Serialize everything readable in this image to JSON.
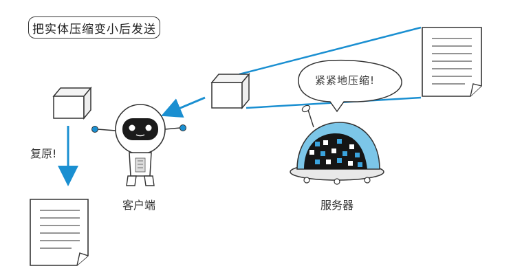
{
  "title": "把实体压缩变小后发送",
  "speech_bubble": "紧紧地压缩!",
  "restore_label": "复原!",
  "client_label": "客户端",
  "server_label": "服务器",
  "colors": {
    "arrow_blue": "#1a8fd1",
    "line_dark": "#333333",
    "robot_face": "#1b1b1b",
    "eye_white": "#ffffff",
    "server_dome": "#7cc6e8",
    "server_screen": "#151515",
    "pixel_blue": "#3aa3dd"
  }
}
